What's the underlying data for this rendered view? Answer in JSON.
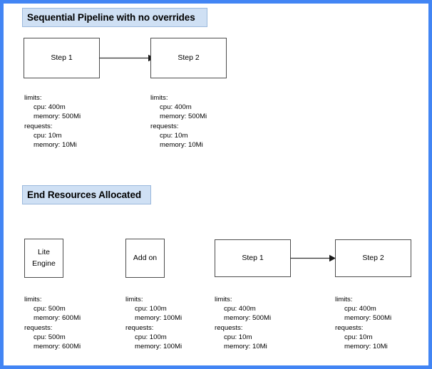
{
  "frame": {
    "border_color": "#4285f4",
    "background": "#ffffff"
  },
  "sections": [
    {
      "id": "sequential-pipeline",
      "header": "Sequential Pipeline with no overrides",
      "header_fill": "#cfe0f4",
      "nodes": [
        {
          "id": "step-1",
          "lines": [
            "Step 1"
          ]
        },
        {
          "id": "step-2",
          "lines": [
            "Step 2"
          ]
        }
      ],
      "connectors": [
        {
          "from": "step-1",
          "to": "step-2"
        }
      ],
      "specs": [
        {
          "for": "step-1",
          "limits_label": "limits:",
          "limits_cpu": "cpu: 400m",
          "limits_memory": "memory: 500Mi",
          "requests_label": "requests:",
          "requests_cpu": "cpu: 10m",
          "requests_memory": "memory: 10Mi"
        },
        {
          "for": "step-2",
          "limits_label": "limits:",
          "limits_cpu": "cpu: 400m",
          "limits_memory": "memory: 500Mi",
          "requests_label": "requests:",
          "requests_cpu": "cpu: 10m",
          "requests_memory": "memory: 10Mi"
        }
      ]
    },
    {
      "id": "end-resources-allocated",
      "header": "End Resources Allocated",
      "header_fill": "#cfe0f4",
      "nodes": [
        {
          "id": "lite-engine",
          "lines": [
            "Lite",
            "Engine"
          ]
        },
        {
          "id": "add-on",
          "lines": [
            "Add on"
          ]
        },
        {
          "id": "step-1",
          "lines": [
            "Step 1"
          ]
        },
        {
          "id": "step-2",
          "lines": [
            "Step 2"
          ]
        }
      ],
      "connectors": [
        {
          "from": "step-1",
          "to": "step-2"
        }
      ],
      "specs": [
        {
          "for": "lite-engine",
          "limits_label": "limits:",
          "limits_cpu": "cpu: 500m",
          "limits_memory": "memory: 600Mi",
          "requests_label": "requests:",
          "requests_cpu": "cpu: 500m",
          "requests_memory": "memory: 600Mi"
        },
        {
          "for": "add-on",
          "limits_label": "limits:",
          "limits_cpu": "cpu: 100m",
          "limits_memory": "memory: 100Mi",
          "requests_label": "requests:",
          "requests_cpu": "cpu: 100m",
          "requests_memory": "memory: 100Mi"
        },
        {
          "for": "step-1",
          "limits_label": "limits:",
          "limits_cpu": "cpu: 400m",
          "limits_memory": "memory: 500Mi",
          "requests_label": "requests:",
          "requests_cpu": "cpu: 10m",
          "requests_memory": "memory: 10Mi"
        },
        {
          "for": "step-2",
          "limits_label": "limits:",
          "limits_cpu": "cpu: 400m",
          "limits_memory": "memory: 500Mi",
          "requests_label": "requests:",
          "requests_cpu": "cpu: 10m",
          "requests_memory": "memory: 10Mi"
        }
      ]
    }
  ]
}
